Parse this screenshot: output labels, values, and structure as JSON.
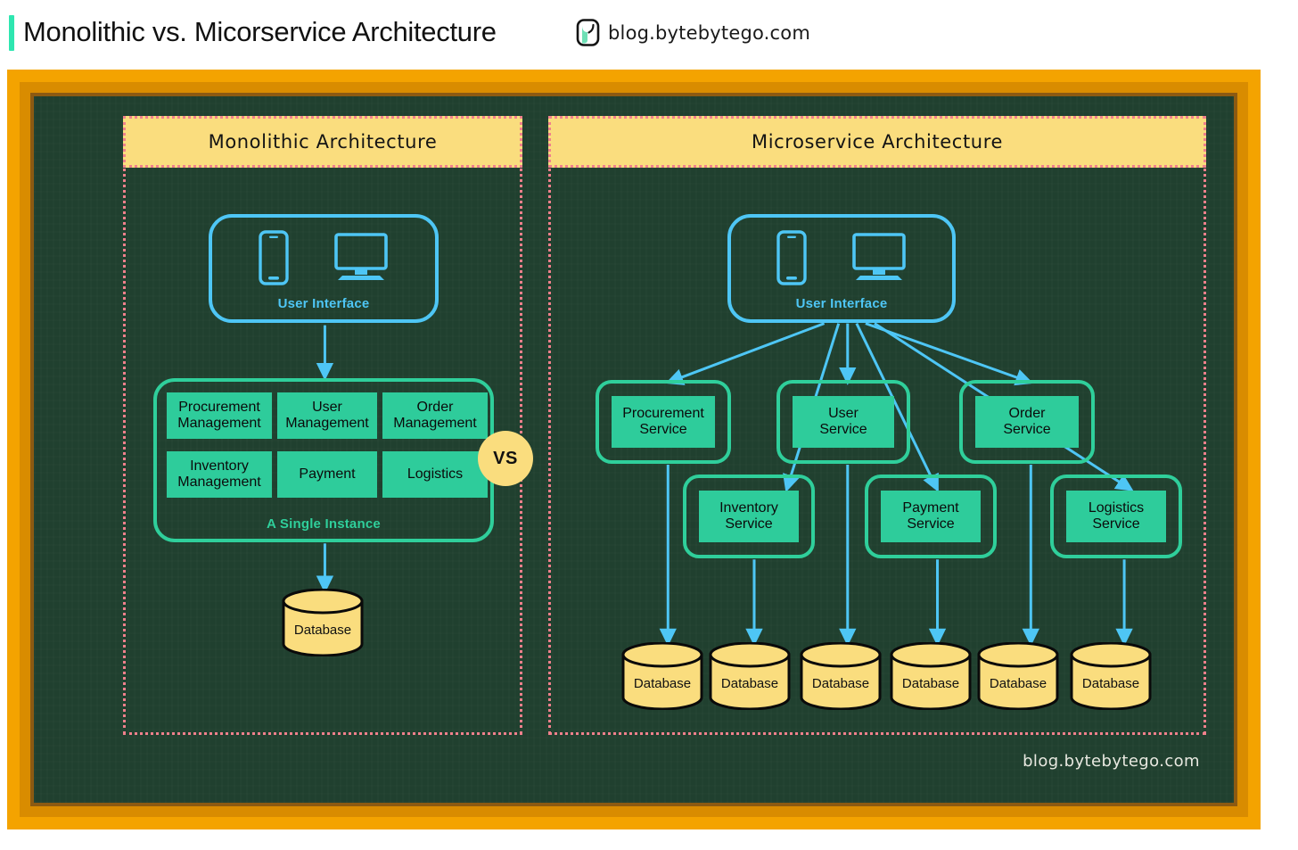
{
  "header": {
    "title": "Monolithic vs. Micorservice Architecture",
    "brand": "blog.bytebytego.com",
    "logo_icon": "bytebytego-logo-icon",
    "accent_color": "#2ee6b0"
  },
  "board": {
    "watermark": "blog.bytebytego.com",
    "background_color": "#20402f",
    "frame_color": "#f4a300",
    "region_border_color": "#f0808c"
  },
  "panels": [
    {
      "key": "monolithic",
      "title": "Monolithic Architecture"
    },
    {
      "key": "microservice",
      "title": "Microservice Architecture"
    }
  ],
  "vs_badge": {
    "label": "VS",
    "color": "#fadd7e"
  },
  "monolithic": {
    "ui": {
      "label": "User Interface",
      "icons": [
        "smartphone-icon",
        "desktop-monitor-icon"
      ],
      "color": "#4ec6f5"
    },
    "instance_label": "A Single Instance",
    "modules": [
      "Procurement\nManagement",
      "User\nManagement",
      "Order\nManagement",
      "Inventory\nManagement",
      "Payment",
      "Logistics"
    ],
    "modules_display": [
      {
        "line1": "Procurement",
        "line2": "Management"
      },
      {
        "line1": "User",
        "line2": "Management"
      },
      {
        "line1": "Order",
        "line2": "Management"
      },
      {
        "line1": "Inventory",
        "line2": "Management"
      },
      {
        "line1": "Payment",
        "line2": ""
      },
      {
        "line1": "Logistics",
        "line2": ""
      }
    ],
    "database": {
      "label": "Database",
      "count": 1
    }
  },
  "microservice": {
    "ui": {
      "label": "User Interface",
      "icons": [
        "smartphone-icon",
        "desktop-monitor-icon"
      ],
      "color": "#4ec6f5"
    },
    "services": [
      {
        "line1": "Procurement",
        "line2": "Service"
      },
      {
        "line1": "User",
        "line2": "Service"
      },
      {
        "line1": "Order",
        "line2": "Service"
      },
      {
        "line1": "Inventory",
        "line2": "Service"
      },
      {
        "line1": "Payment",
        "line2": "Service"
      },
      {
        "line1": "Logistics",
        "line2": "Service"
      }
    ],
    "databases": [
      {
        "label": "Database"
      },
      {
        "label": "Database"
      },
      {
        "label": "Database"
      },
      {
        "label": "Database"
      },
      {
        "label": "Database"
      },
      {
        "label": "Database"
      }
    ]
  },
  "colors": {
    "service_green": "#2ecc9b",
    "line_blue": "#4ec6f5",
    "database_yellow": "#fadd7e",
    "panel_header_yellow": "#fadd7e"
  }
}
